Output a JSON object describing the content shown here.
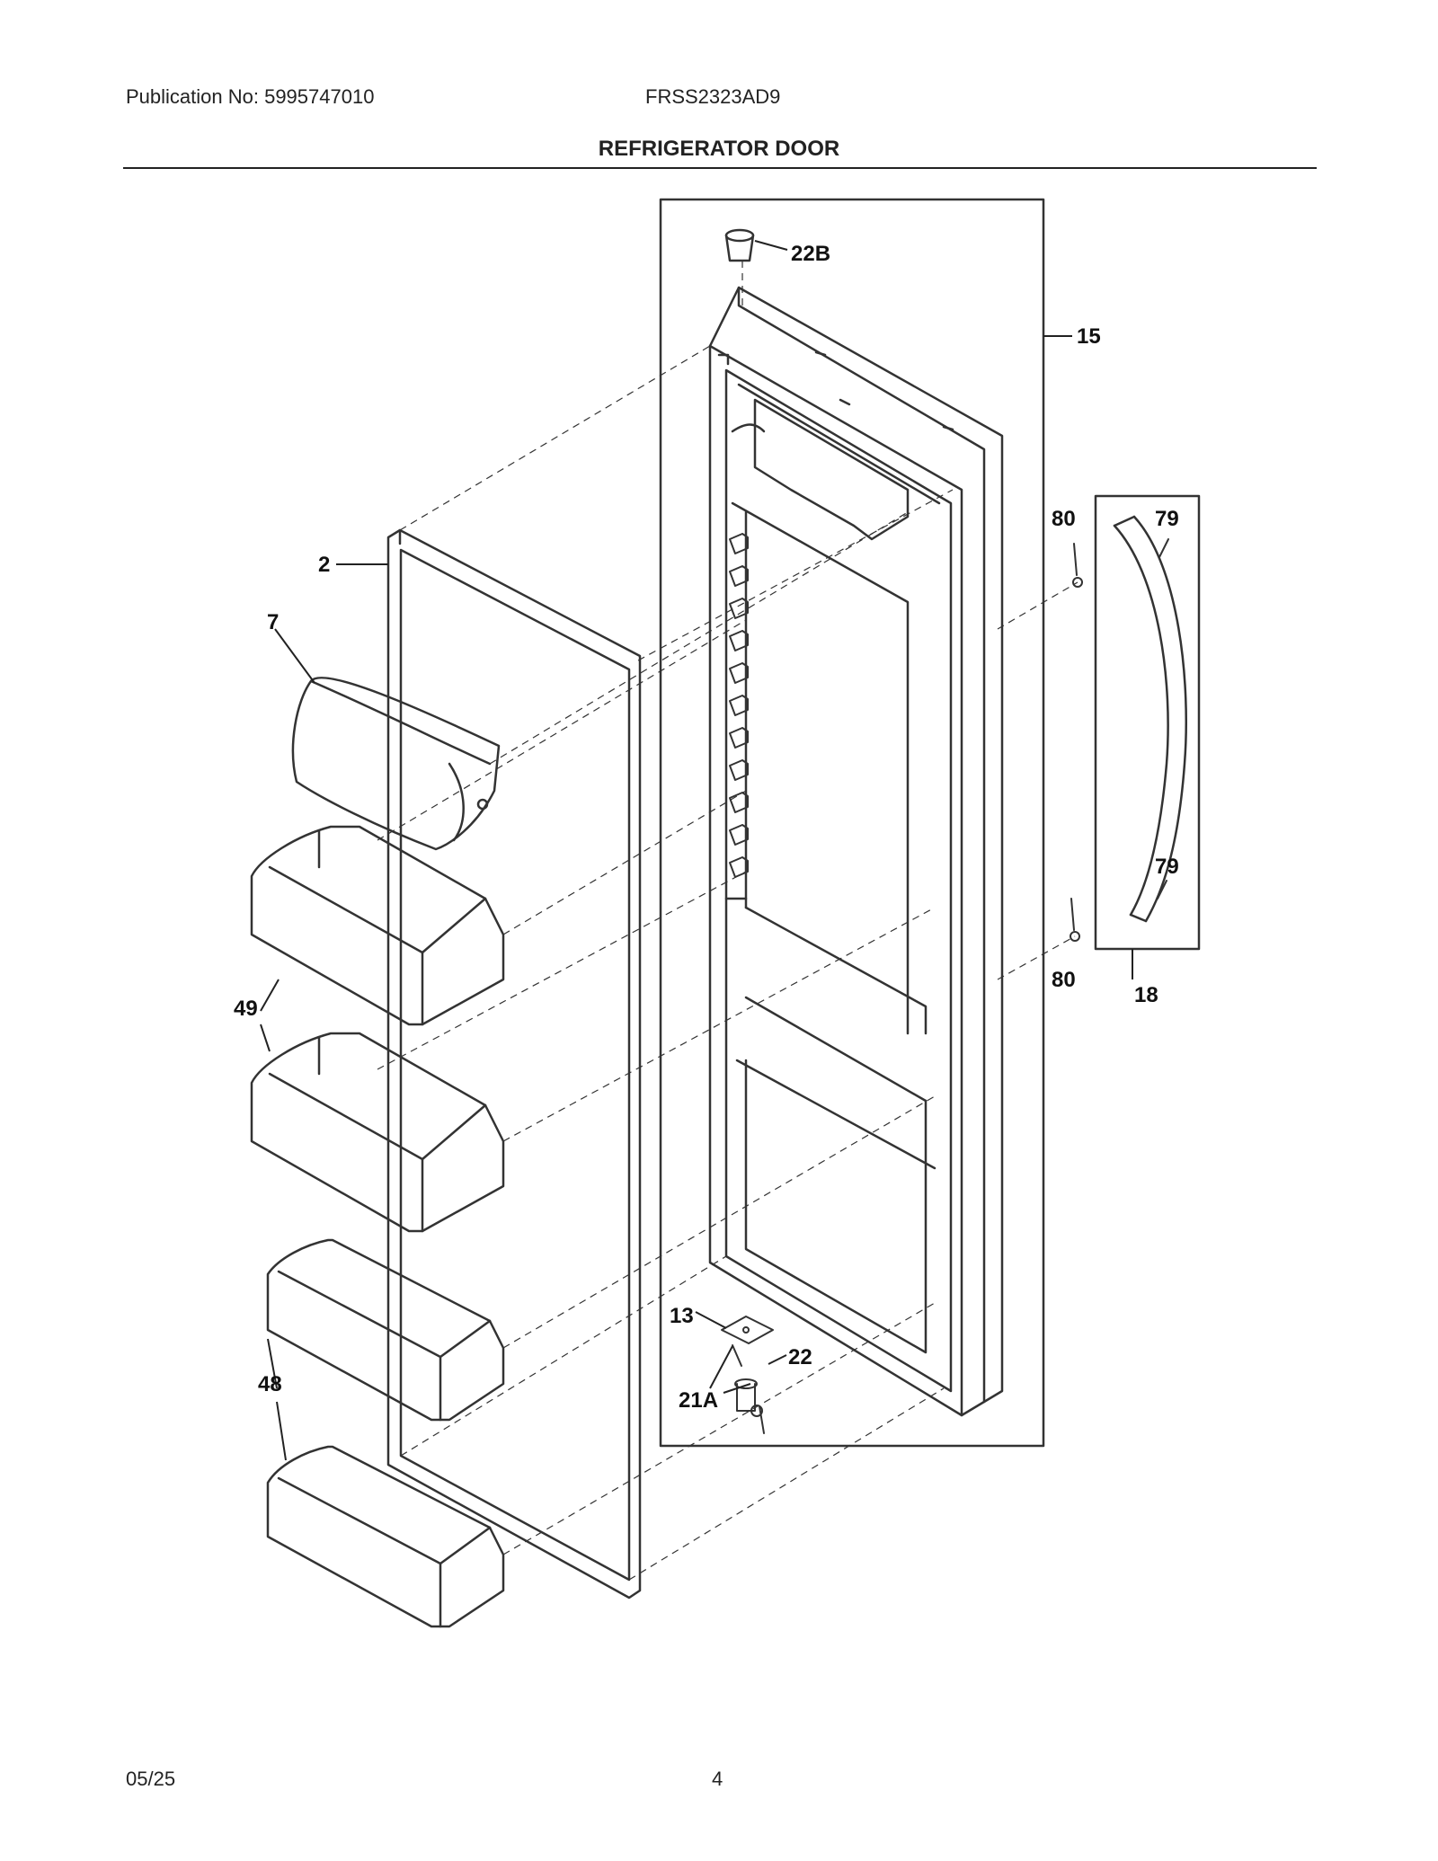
{
  "header": {
    "publication": "Publication No: 5995747010",
    "model": "FRSS2323AD9",
    "title": "REFRIGERATOR DOOR"
  },
  "footer": {
    "date": "05/25",
    "page_number": "4"
  },
  "diagram": {
    "part_labels": {
      "p22b": "22B",
      "p15": "15",
      "p2": "2",
      "p7": "7",
      "p80a": "80",
      "p79a": "79",
      "p79b": "79",
      "p80b": "80",
      "p18": "18",
      "p49": "49",
      "p48": "48",
      "p13": "13",
      "p22": "22",
      "p21a": "21A"
    }
  }
}
